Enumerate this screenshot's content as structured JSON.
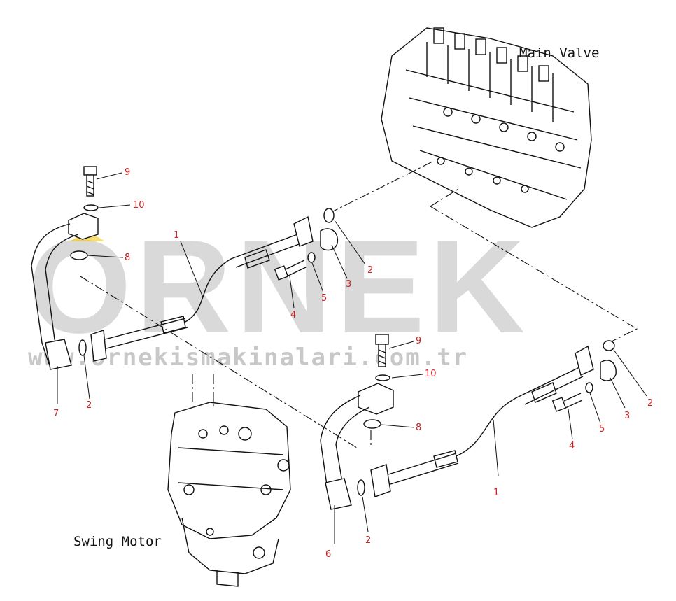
{
  "watermark": {
    "brand": "ORNEK",
    "url": "www.ornekismakinalari.com.tr"
  },
  "assemblies": {
    "main_valve": "Main Valve",
    "swing_motor": "Swing Motor"
  },
  "callouts": {
    "top_left": {
      "c9": "9",
      "c10": "10",
      "c8": "8",
      "c1": "1",
      "c2a": "2",
      "c3": "3",
      "c4": "4",
      "c5": "5",
      "c7": "7",
      "c2b": "2"
    },
    "bottom_right": {
      "c9": "9",
      "c10": "10",
      "c8": "8",
      "c1": "1",
      "c2a": "2",
      "c3": "3",
      "c4": "4",
      "c5": "5",
      "c6": "6",
      "c2b": "2"
    }
  }
}
